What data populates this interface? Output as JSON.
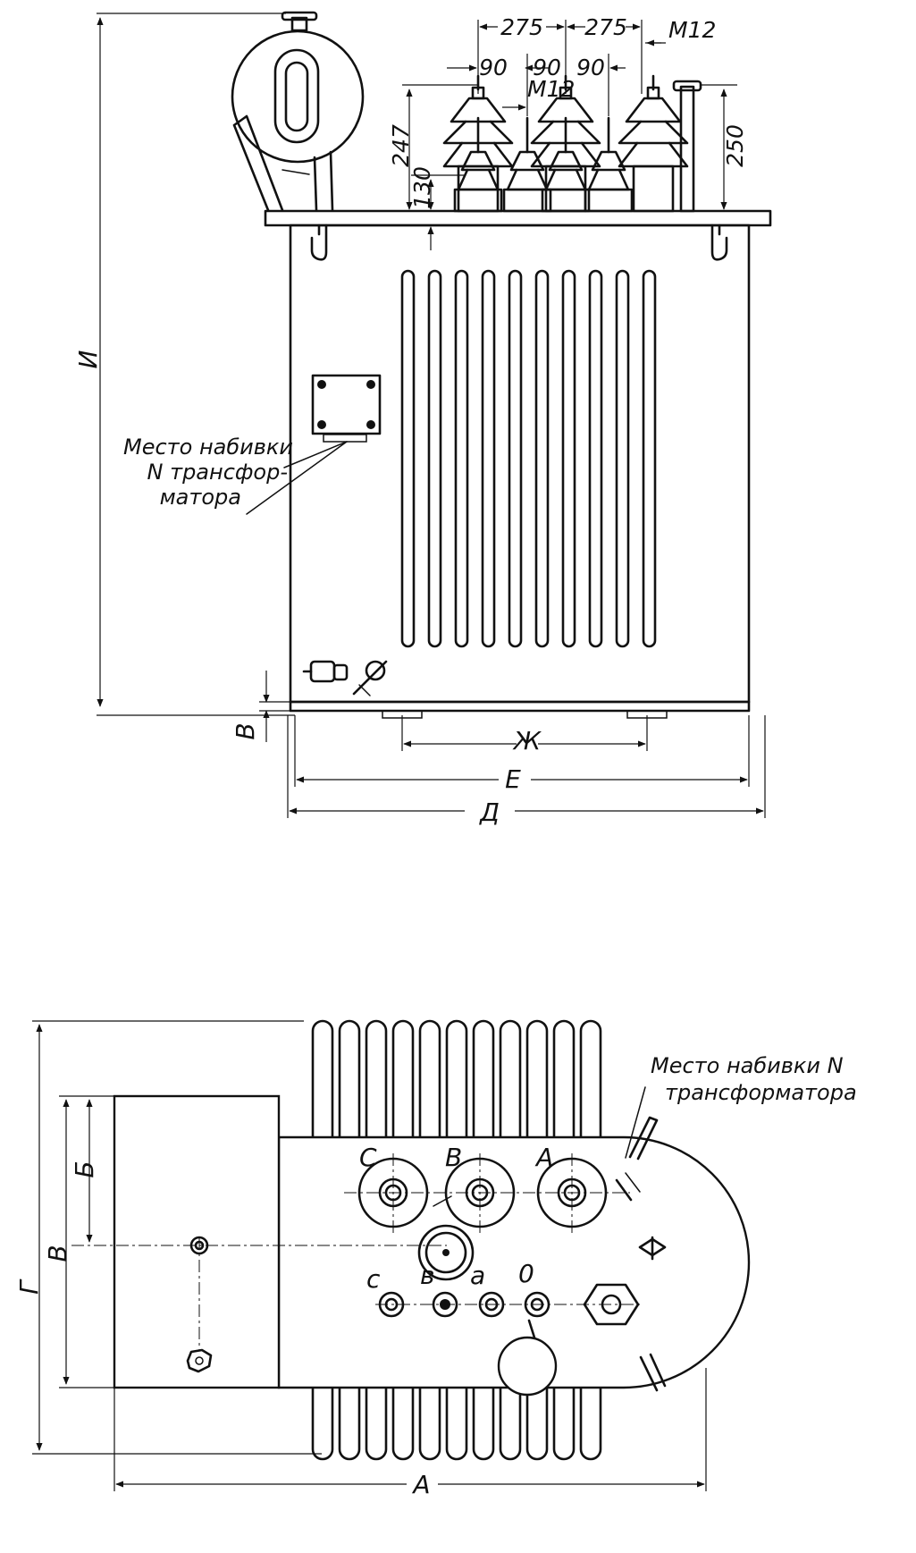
{
  "side_view": {
    "dim_275_left": "275",
    "dim_275_right": "275",
    "dim_m12_top": "M12",
    "dim_90_a": "90",
    "dim_90_b": "90",
    "dim_90_c": "90",
    "dim_m12_mid": "M12",
    "dim_247": "247",
    "dim_130": "130",
    "dim_250": "250",
    "dim_height": "И",
    "dim_base": "В",
    "dim_zh": "Ж",
    "dim_e": "Е",
    "dim_d": "Д",
    "note_lines": [
      "Место набивки",
      "N трансфор-",
      "матора"
    ]
  },
  "top_view": {
    "hv_labels": [
      "C",
      "B",
      "A"
    ],
    "lv_labels": [
      "c",
      "в",
      "a",
      "0"
    ],
    "dim_a": "А",
    "dim_b": "Б",
    "dim_v": "В",
    "dim_g": "Г",
    "note_lines": [
      "Место набивки N",
      "трансформатора"
    ]
  }
}
